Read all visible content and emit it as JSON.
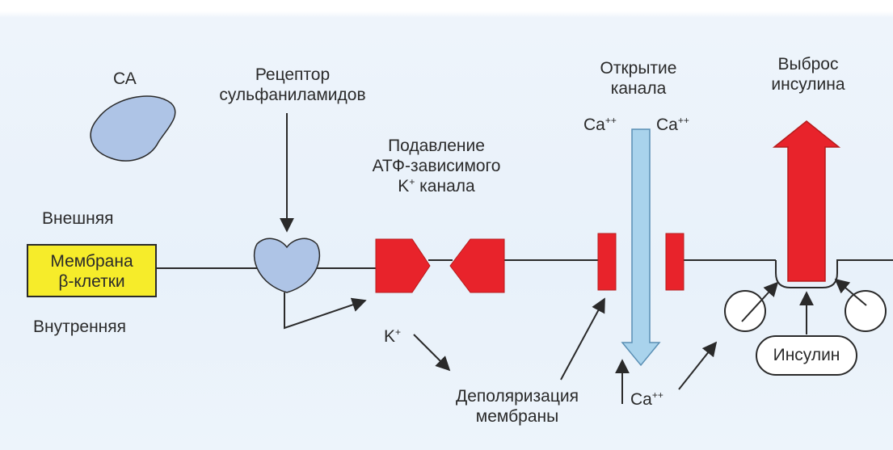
{
  "labels": {
    "ca": "СА",
    "receptor_line1": "Рецептор",
    "receptor_line2": "сульфаниламидов",
    "suppression_line1": "Подавление",
    "suppression_line2": "АТФ-зависимого",
    "suppression_line3_sym": "K",
    "suppression_line3_sup": "+",
    "suppression_line3_rest": " канала",
    "opening_line1": "Открытие",
    "opening_line2": "канала",
    "ca_left": "Ca",
    "ca_left_sup": "++",
    "ca_right": "Ca",
    "ca_right_sup": "++",
    "release_line1": "Выброс",
    "release_line2": "инсулина",
    "outer": "Внешняя",
    "inner": "Внутренняя",
    "membrane_line1": "Мембрана",
    "membrane_line2": "β-клетки",
    "k_plus": "K",
    "k_plus_sup": "+",
    "depol_line1": "Деполяризация",
    "depol_line2": "мембраны",
    "ca_bottom": "Ca",
    "ca_bottom_sup": "++",
    "insulin": "Инсулин"
  },
  "colors": {
    "channel_red": "#e8232b",
    "receptor_blue": "#aec4e6",
    "ca_arrow_blue": "#a9d3ec",
    "membrane_yellow": "#f6ec2a",
    "line": "#2a2a2a"
  }
}
